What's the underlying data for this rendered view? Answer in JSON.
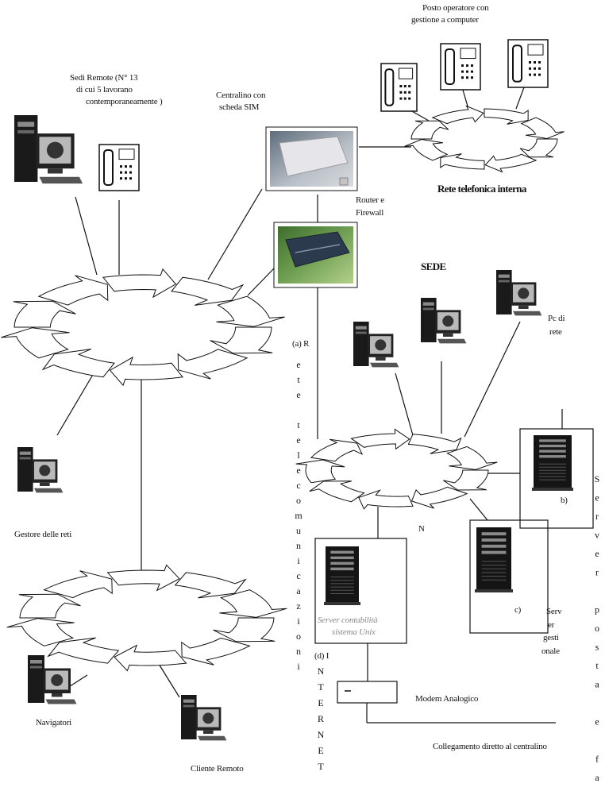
{
  "phone_network": {
    "operator_line1": "Posto operatore con",
    "operator_line2": "gestione a computer",
    "title": "Rete telefonica interna"
  },
  "remote_sites": {
    "line1": "Sedi Remote (N° 13",
    "line2": "di cui 5 lavorano",
    "line3": "contemporaneamente )"
  },
  "switchboard": {
    "line1": "Centralino con",
    "line2": "scheda SIM"
  },
  "router": {
    "line1": "Router e",
    "line2": "Firewall"
  },
  "headquarters": {
    "title": "SEDE",
    "pc_line1": "Pc di",
    "pc_line2": "rete",
    "node_label": "N"
  },
  "telecom_network": {
    "prefix": "(a) R",
    "vertical": "ete telecomunicazioni"
  },
  "mail_server": {
    "marker": "b)",
    "vertical": "Server posta e fax"
  },
  "management_server": {
    "marker": "c)",
    "line1": "Serv",
    "line2": "er",
    "line3": "gesti",
    "line4": "onale"
  },
  "accounting_server": {
    "line1": "Server contabilità",
    "line2": "sistema Unix"
  },
  "internet": {
    "prefix": "(d) I",
    "vertical": "NTERNET"
  },
  "modem": {
    "label": "Modem Analogico"
  },
  "direct_link": {
    "label": "Collegamento diretto al centralino"
  },
  "network_manager": {
    "label": "Gestore delle reti"
  },
  "browsers": {
    "label": "Navigatori"
  },
  "remote_client": {
    "label": "Cliente Remoto"
  },
  "colors": {
    "line": "#111111",
    "device_dark": "#151515",
    "router_bg": "#5f9146",
    "switchboard_bg": "#8c98a4"
  }
}
